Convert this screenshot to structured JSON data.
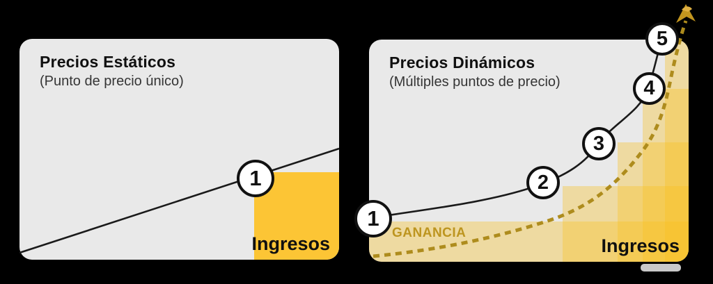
{
  "figure": {
    "background_color": "#000000",
    "panel_color": "#E9E9E9",
    "revenue_yellow": "#FCC535",
    "profit_gold": "#BD951F"
  },
  "static_panel": {
    "title": "Precios Estáticos",
    "subtitle": "(Punto de precio único)",
    "revenue_label": "Ingresos",
    "points": [
      "1"
    ]
  },
  "dynamic_panel": {
    "title": "Precios Dinámicos",
    "subtitle": "(Múltiples puntos de precio)",
    "revenue_label": "Ingresos",
    "profit_label": "GANANCIA",
    "points": [
      "1",
      "2",
      "3",
      "4",
      "5"
    ]
  }
}
